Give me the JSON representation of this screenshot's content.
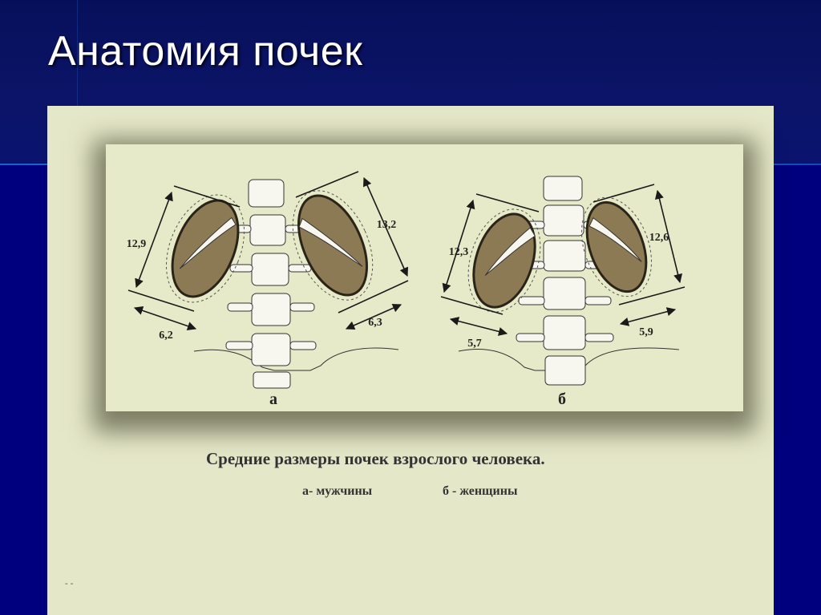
{
  "slide": {
    "title": "Анатомия почек"
  },
  "figure": {
    "left_label": "а",
    "right_label": "б",
    "left_measurements": {
      "left_length": "12,9",
      "right_length": "13,2",
      "left_width": "6,2",
      "right_width": "6,3"
    },
    "right_measurements": {
      "left_length": "12,3",
      "right_length": "12,6",
      "left_width": "5,7",
      "right_width": "5,9"
    }
  },
  "caption": {
    "text": "Средние размеры почек взрослого человека.",
    "legend_a": "а- мужчины",
    "legend_b": "б - женщины"
  },
  "footer": {
    "mark": "- -"
  },
  "colors": {
    "kidney_fill": "#8c7a55",
    "kidney_stroke": "#2a2418",
    "bone": "#f6f6ee",
    "line": "#1a1a1a"
  }
}
